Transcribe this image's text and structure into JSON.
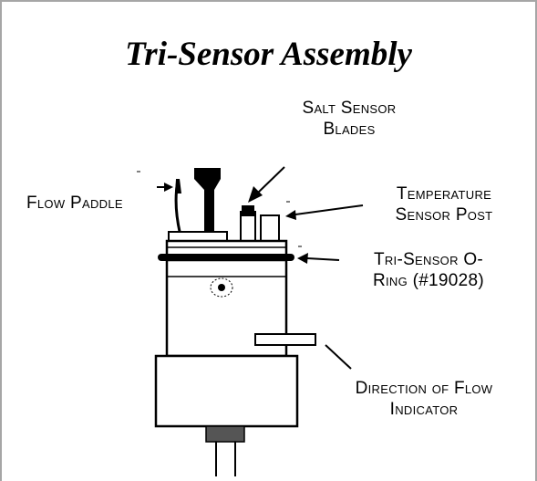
{
  "title": "Tri-Sensor Assembly",
  "labels": {
    "salt_sensor": [
      "Salt Sensor",
      "Blades"
    ],
    "flow_paddle": "Flow Paddle",
    "temperature_sensor": [
      "Temperature",
      "Sensor Post"
    ],
    "o_ring": [
      "Tri-Sensor O-",
      "Ring (#19028)"
    ],
    "direction_of_flow": [
      "Direction of Flow",
      "Indicator"
    ]
  }
}
